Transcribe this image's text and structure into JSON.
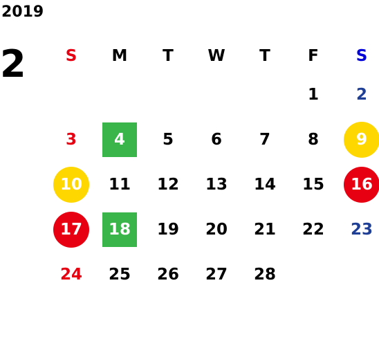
{
  "year": "2019",
  "month": "2",
  "weekdays": [
    "S",
    "M",
    "T",
    "W",
    "T",
    "F",
    "S"
  ],
  "colors": {
    "sunday": "#e60012",
    "saturday_header": "#0000d8",
    "saturday": "#1f3f96",
    "holiday_circle": "#e60012",
    "highlight_circle": "#ffd700",
    "green_square": "#3ab54a"
  },
  "weeks": [
    [
      {
        "day": ""
      },
      {
        "day": ""
      },
      {
        "day": ""
      },
      {
        "day": ""
      },
      {
        "day": ""
      },
      {
        "day": "1"
      },
      {
        "day": "2",
        "style": "sat"
      }
    ],
    [
      {
        "day": "3",
        "style": "sun"
      },
      {
        "day": "4",
        "mark": "green-square"
      },
      {
        "day": "5"
      },
      {
        "day": "6"
      },
      {
        "day": "7"
      },
      {
        "day": "8"
      },
      {
        "day": "9",
        "mark": "yellow-circle"
      }
    ],
    [
      {
        "day": "10",
        "mark": "yellow-circle"
      },
      {
        "day": "11"
      },
      {
        "day": "12"
      },
      {
        "day": "13"
      },
      {
        "day": "14"
      },
      {
        "day": "15"
      },
      {
        "day": "16",
        "mark": "red-circle"
      }
    ],
    [
      {
        "day": "17",
        "mark": "red-circle"
      },
      {
        "day": "18",
        "mark": "green-square"
      },
      {
        "day": "19"
      },
      {
        "day": "20"
      },
      {
        "day": "21"
      },
      {
        "day": "22"
      },
      {
        "day": "23",
        "style": "sat"
      }
    ],
    [
      {
        "day": "24",
        "style": "sun"
      },
      {
        "day": "25"
      },
      {
        "day": "26"
      },
      {
        "day": "27"
      },
      {
        "day": "28"
      },
      {
        "day": ""
      },
      {
        "day": ""
      }
    ]
  ]
}
